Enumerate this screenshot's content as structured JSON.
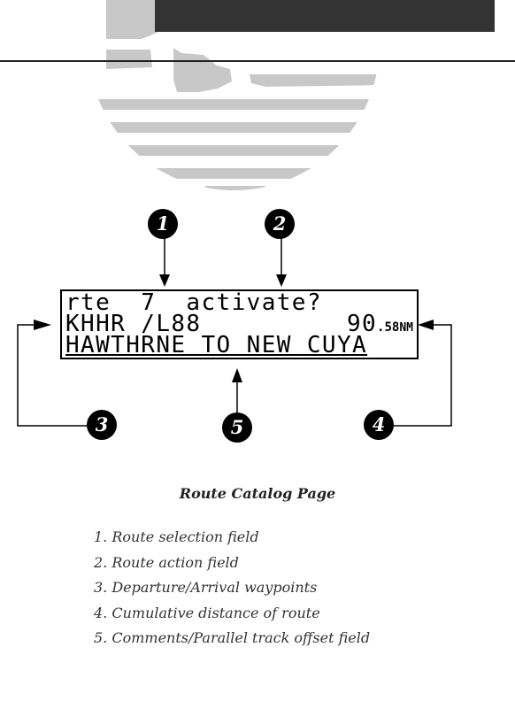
{
  "lcd": {
    "line1": "rte  7  activate?",
    "line2_waypoints": "KHHR /L88",
    "line2_distance_int": "90",
    "line2_distance_dec": ".58",
    "line2_distance_unit": "NM",
    "line3": "HAWTHRNE TO NEW CUYA"
  },
  "callouts": [
    "1",
    "2",
    "3",
    "4",
    "5"
  ],
  "caption": "Route Catalog Page",
  "legend": [
    "1. Route selection field",
    "2. Route action field",
    "3. Departure/Arrival waypoints",
    "4. Cumulative distance of route",
    "5. Comments/Parallel track offset field"
  ],
  "colors": {
    "globe": "#c8c8c8",
    "header_bar": "#333333",
    "callout_fill": "#000000"
  }
}
